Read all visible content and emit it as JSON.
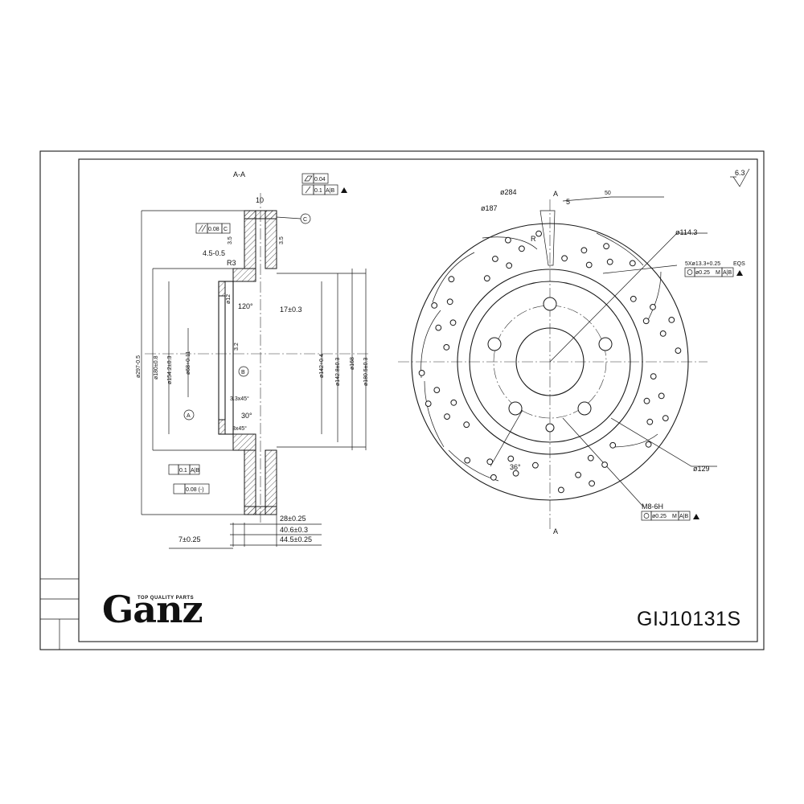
{
  "brand": {
    "logo": "Ganz",
    "tagline": "TOP QUALITY PARTS"
  },
  "part_number": "GIJ10131S",
  "roughness": "6.3",
  "section_view": {
    "title": "A-A",
    "dimensions": [
      "10",
      "0.04",
      "0.1",
      "A|B",
      "C",
      "0.08",
      "C",
      "3.5",
      "3.5",
      "4.5-0.5",
      "R3",
      "120°",
      "17±0.3",
      "ø297-0.5",
      "ø180±0.8",
      "ø154.2±0.3",
      "ø68+0.11",
      "3.2",
      "B",
      "A",
      "3.3x45°",
      "30°",
      "3x45°",
      "ø142+0.4",
      "ø142.8±0.3",
      "ø168",
      "ø180.5±0.3",
      "0.1",
      "A|B",
      "0.08 (-)",
      "28±0.25",
      "40.6±0.3",
      "44.5±0.25",
      "7±0.25",
      "ø12"
    ]
  },
  "front_view": {
    "dimensions": [
      "ø284",
      "A",
      "5",
      "50",
      "ø187",
      "R",
      "ø114.3",
      "5Xø13.3+0.25",
      "EQS",
      "ø0.25",
      "M",
      "A|B",
      "36°",
      "ø129",
      "M8-6H",
      "ø0.25",
      "M",
      "A|B",
      "A"
    ]
  },
  "icons": [
    "roughness-icon",
    "flatness-icon",
    "runout-icon",
    "parallelism-icon",
    "position-icon",
    "datum-marker-icon"
  ]
}
